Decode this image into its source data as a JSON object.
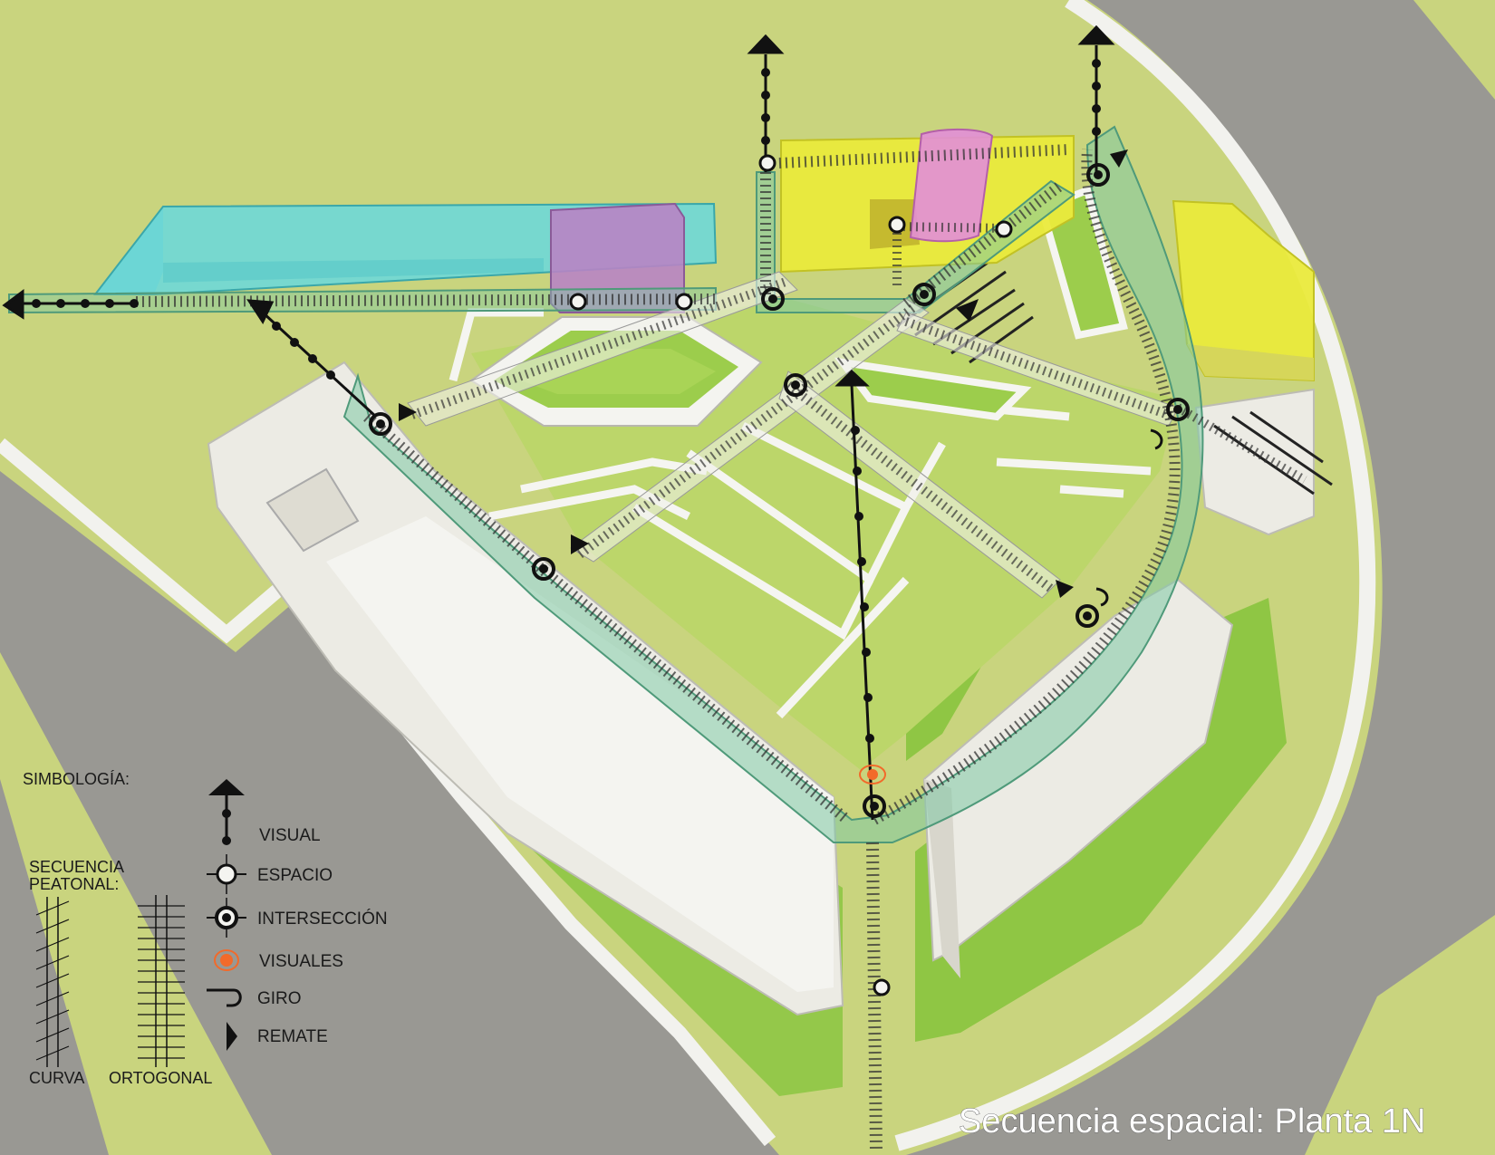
{
  "title": "Secuencia espacial: Planta 1N",
  "legend": {
    "heading": "SIMBOLOGÍA:",
    "items": [
      {
        "label": "VISUAL",
        "icon": "visual-arrow-icon"
      },
      {
        "label": "ESPACIO",
        "icon": "espacio-circle-icon"
      },
      {
        "label": "INTERSECCIÓN",
        "icon": "interseccion-circle-icon"
      },
      {
        "label": "VISUALES",
        "icon": "visuales-dot-icon"
      },
      {
        "label": "GIRO",
        "icon": "giro-hook-icon"
      },
      {
        "label": "REMATE",
        "icon": "remate-triangle-icon"
      }
    ],
    "sequence_heading_1": "SECUENCIA",
    "sequence_heading_2": "PEATONAL:",
    "curve_label": "CURVA",
    "orthogonal_label": "ORTOGONAL"
  },
  "colors": {
    "ground": "#c9d47e",
    "road": "#999893",
    "sidewalk": "#f2f2ee",
    "lawn": "#94c84a",
    "lawn_light": "#bcd66a",
    "building_white": "#ecebe4",
    "path_green": "#7fc9a4",
    "cyan_block": "#6ed8d8",
    "magenta_block": "#b884c4",
    "pink_tower": "#e28ed8",
    "yellow_block": "#eaea3c",
    "visuales_orange": "#f26a2a"
  }
}
